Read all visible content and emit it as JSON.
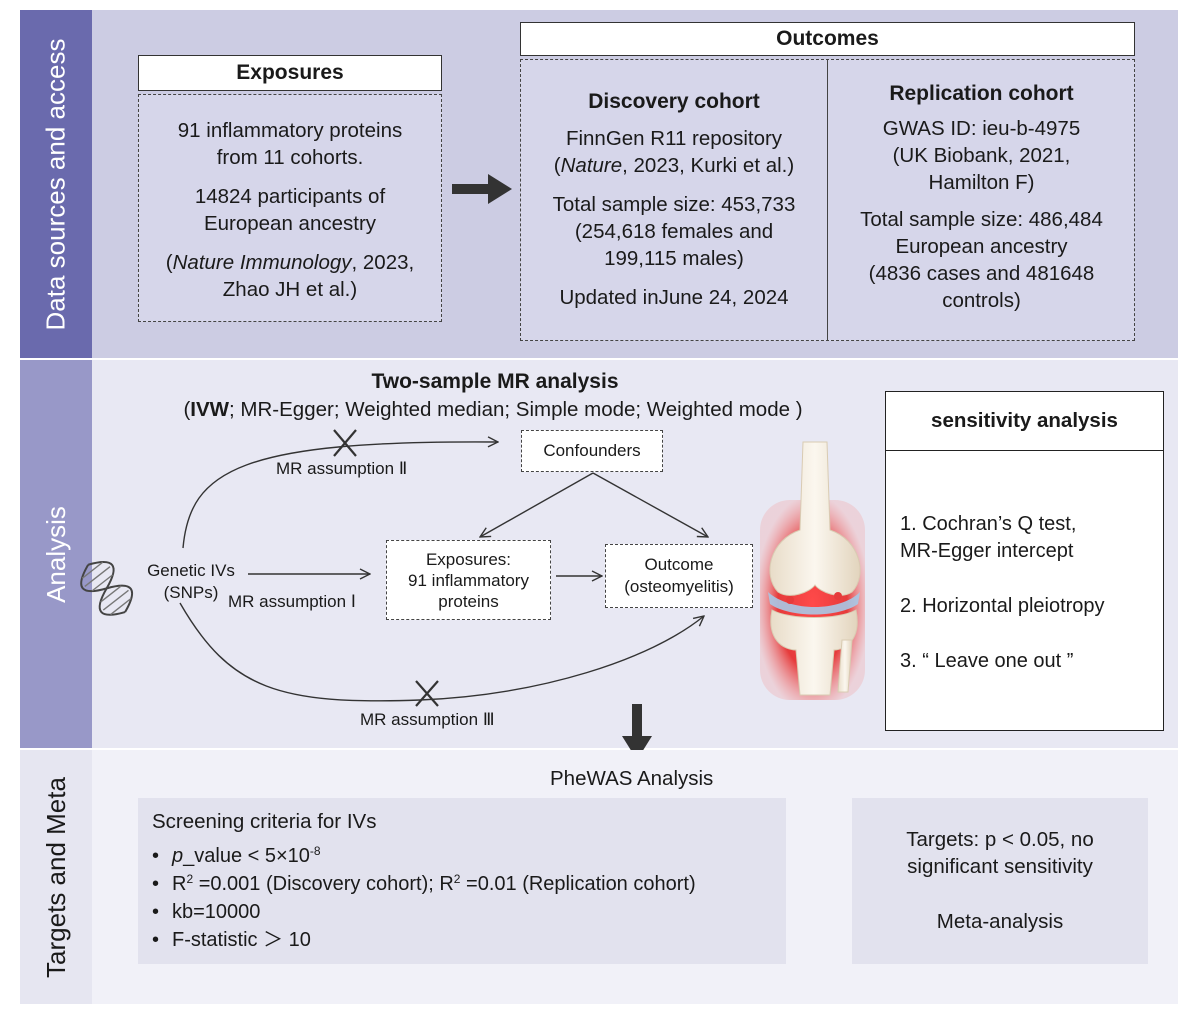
{
  "colors": {
    "band1_label": "#6a6aad",
    "band1_bg": "#cccce3",
    "band2_label": "#9898c8",
    "band2_bg": "#e8e8f3",
    "band3_label": "#e6e6f1",
    "band3_bg": "#f1f1f8",
    "gray_box": "#e2e2ee",
    "arrow": "#333333"
  },
  "sections": {
    "data": "Data sources and access",
    "analysis": "Analysis",
    "targets": "Targets and Meta"
  },
  "exposures": {
    "title": "Exposures",
    "line1": "91 inflammatory proteins",
    "line2": "from 11 cohorts.",
    "line3": "14824 participants of",
    "line4": "European ancestry",
    "cite_journal": "Nature Immunology",
    "cite_year": ", 2023,",
    "cite_authors": "Zhao JH et al.)"
  },
  "outcomes": {
    "title": "Outcomes",
    "discovery": {
      "title": "Discovery cohort",
      "line1": "FinnGen R11 repository",
      "cite_journal": "Nature",
      "cite_rest": ", 2023, Kurki et al.)",
      "line3": "Total sample size: 453,733",
      "line4": "(254,618 females and",
      "line5": "199,115 males)",
      "line6": "Updated inJune 24, 2024"
    },
    "replication": {
      "title": "Replication cohort",
      "line1": "GWAS ID: ieu-b-4975",
      "line2": "(UK Biobank, 2021,",
      "line3": "Hamilton F)",
      "line4": "Total sample size: 486,484",
      "line5": "European ancestry",
      "line6": "(4836 cases and 481648",
      "line7": "controls)"
    }
  },
  "analysis": {
    "title": "Two-sample MR analysis",
    "methods_bold": "IVW",
    "methods_rest": "; MR-Egger; Weighted median; Simple mode; Weighted mode )",
    "genetic_ivs_1": "Genetic IVs",
    "genetic_ivs_2": "(SNPs)",
    "confounders": "Confounders",
    "exposures_1": "Exposures:",
    "exposures_2": "91 inflammatory",
    "exposures_3": "proteins",
    "outcome_1": "Outcome",
    "outcome_2": "(osteomyelitis)",
    "assumption_1": "MR assumption Ⅰ",
    "assumption_2": "MR assumption Ⅱ",
    "assumption_3": "MR assumption Ⅲ"
  },
  "sensitivity": {
    "title": "sensitivity analysis",
    "item1a": "1. Cochran’s Q test,",
    "item1b": "MR-Egger intercept",
    "item2": "2. Horizontal pleiotropy",
    "item3": "3. “ Leave one out ”"
  },
  "targets": {
    "phewas": "PheWAS Analysis",
    "screening_title": "Screening criteria for IVs",
    "b1_italic": "p",
    "b1_rest": "_value  < 5×10",
    "b1_sup": "-8",
    "b2_a": "R",
    "b2_sup1": "2",
    "b2_b": " =0.001 (Discovery cohort); R",
    "b2_sup2": "2",
    "b2_c": " =0.01 (Replication cohort)",
    "b3": "kb=10000",
    "b4": "F-statistic ＞ 10",
    "targets_1": "Targets: p < 0.05, no",
    "targets_2": "significant sensitivity",
    "meta": "Meta-analysis"
  }
}
